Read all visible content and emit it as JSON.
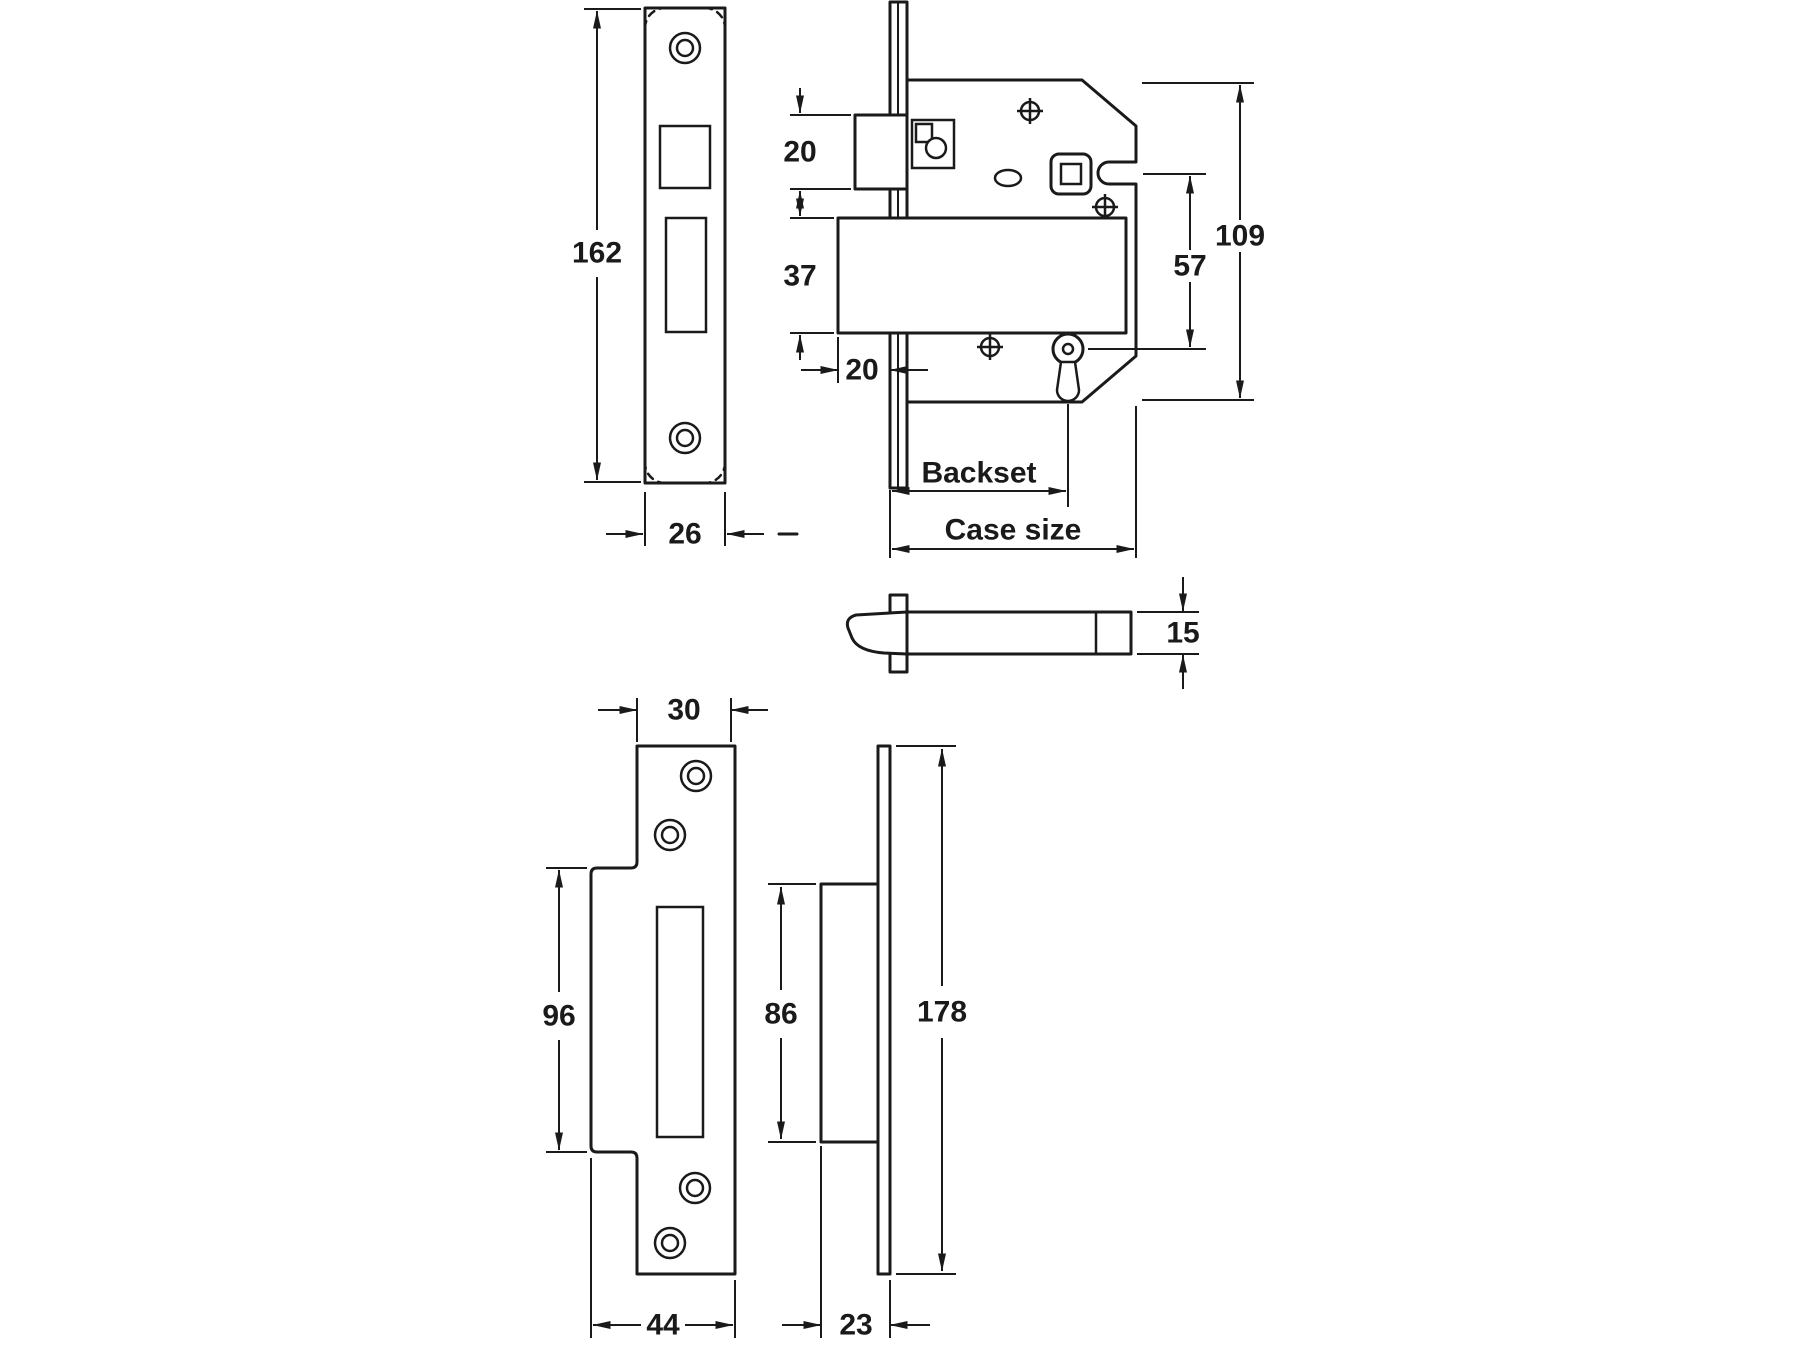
{
  "colors": {
    "background": "#ffffff",
    "line": "#1a1a1a"
  },
  "views": {
    "faceplate_front": {
      "dims": {
        "height": "162",
        "width": "26"
      }
    },
    "lock_case_side": {
      "dims": {
        "latch_height": "20",
        "deadbolt_height": "37",
        "deadbolt_throw": "20",
        "follower_to_cylinder": "57",
        "case_height": "109",
        "backset": "Backset",
        "case_size": "Case size"
      }
    },
    "latch_detail": {
      "dims": {
        "thickness": "15"
      }
    },
    "strike_front": {
      "dims": {
        "plate_width": "30",
        "lip_height": "96",
        "overall_width": "44"
      }
    },
    "strike_side": {
      "dims": {
        "box_height": "86",
        "overall_height": "178",
        "depth": "23"
      }
    }
  }
}
